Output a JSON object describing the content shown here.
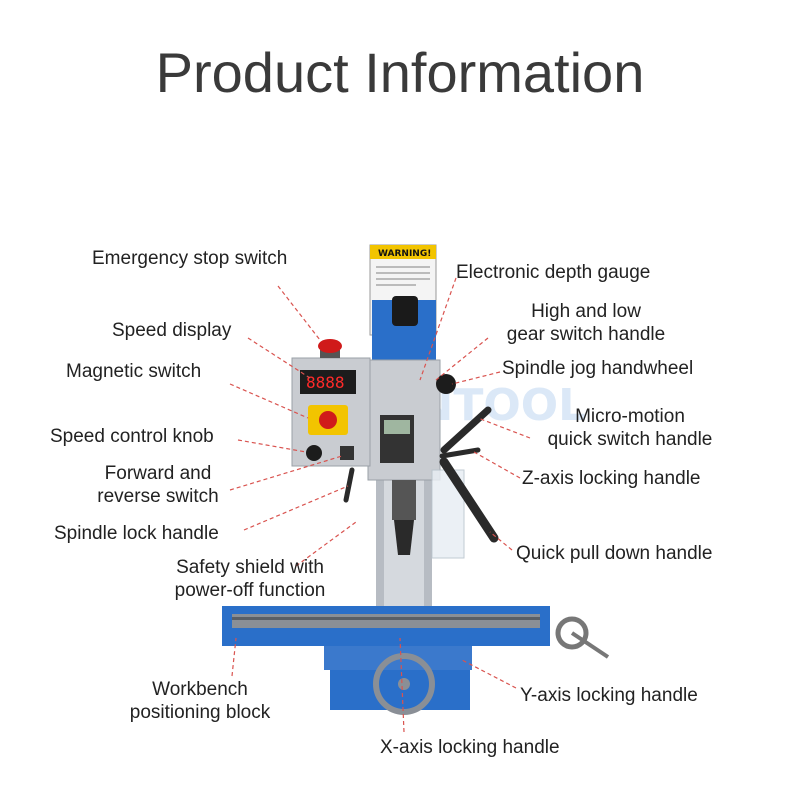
{
  "title": "Product Information",
  "watermark": "GIANTOOL",
  "warning_label": "WARNING!",
  "display_digits": "8888",
  "labels": {
    "emergency_stop": "Emergency stop switch",
    "speed_display": "Speed display",
    "magnetic_switch": "Magnetic switch",
    "speed_control_knob": "Speed control knob",
    "forward_reverse_1": "Forward and",
    "forward_reverse_2": "reverse switch",
    "spindle_lock": "Spindle lock handle",
    "safety_shield_1": "Safety shield with",
    "safety_shield_2": "power-off function",
    "workbench_1": "Workbench",
    "workbench_2": "positioning block",
    "x_axis": "X-axis locking handle",
    "depth_gauge": "Electronic depth gauge",
    "gear_switch_1": "High and low",
    "gear_switch_2": "gear switch handle",
    "jog_handwheel": "Spindle jog handwheel",
    "micro_motion_1": "Micro-motion",
    "micro_motion_2": "quick switch handle",
    "z_axis": "Z-axis locking handle",
    "quick_pull": "Quick pull down handle",
    "y_axis": "Y-axis locking handle"
  },
  "colors": {
    "machine_blue": "#2a6fc9",
    "panel_grey": "#c9ccd1",
    "leader_red": "#d9534f",
    "stop_red": "#d01a1a",
    "switch_yellow": "#f2c400",
    "display_red": "#ff2a2a"
  }
}
